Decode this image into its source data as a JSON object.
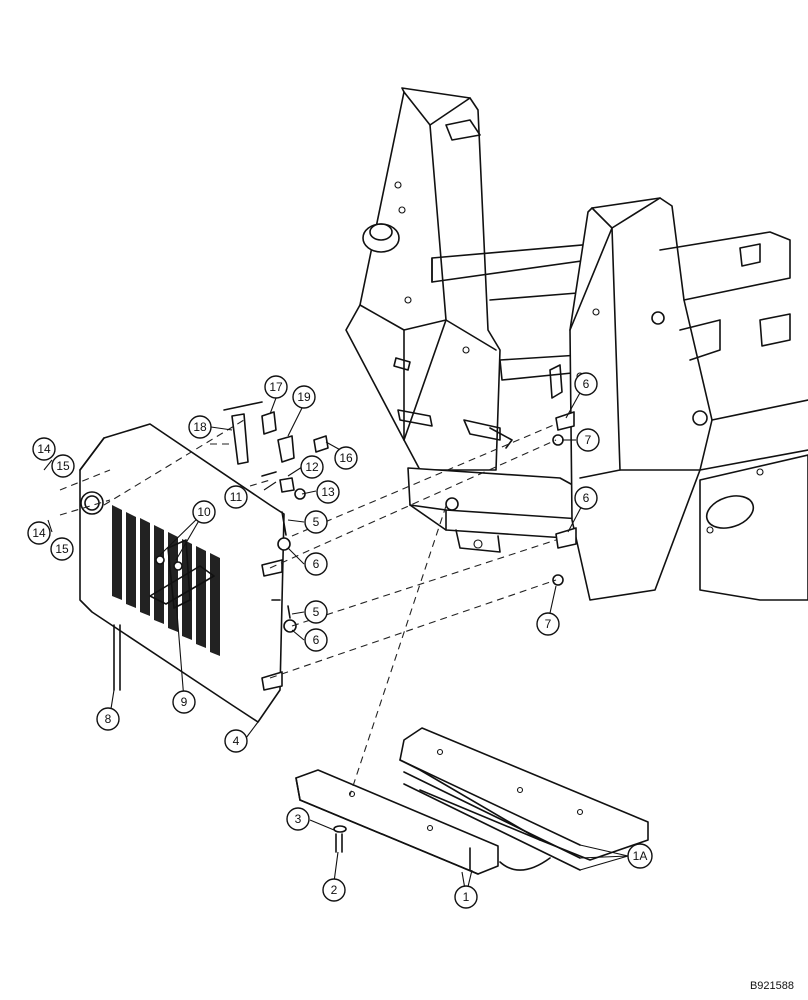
{
  "diagram": {
    "drawing_id": "B921588",
    "callouts": [
      {
        "id": "c1",
        "label": "1"
      },
      {
        "id": "c1a",
        "label": "1A"
      },
      {
        "id": "c2",
        "label": "2"
      },
      {
        "id": "c3",
        "label": "3"
      },
      {
        "id": "c4",
        "label": "4"
      },
      {
        "id": "c5a",
        "label": "5"
      },
      {
        "id": "c5b",
        "label": "5"
      },
      {
        "id": "c6a",
        "label": "6"
      },
      {
        "id": "c6b",
        "label": "6"
      },
      {
        "id": "c6c",
        "label": "6"
      },
      {
        "id": "c6d",
        "label": "6"
      },
      {
        "id": "c7a",
        "label": "7"
      },
      {
        "id": "c7b",
        "label": "7"
      },
      {
        "id": "c8",
        "label": "8"
      },
      {
        "id": "c9",
        "label": "9"
      },
      {
        "id": "c10",
        "label": "10"
      },
      {
        "id": "c11",
        "label": "11"
      },
      {
        "id": "c12",
        "label": "12"
      },
      {
        "id": "c13",
        "label": "13"
      },
      {
        "id": "c14a",
        "label": "14"
      },
      {
        "id": "c14b",
        "label": "14"
      },
      {
        "id": "c15a",
        "label": "15"
      },
      {
        "id": "c15b",
        "label": "15"
      },
      {
        "id": "c16",
        "label": "16"
      },
      {
        "id": "c17",
        "label": "17"
      },
      {
        "id": "c18",
        "label": "18"
      },
      {
        "id": "c19",
        "label": "19"
      }
    ]
  }
}
